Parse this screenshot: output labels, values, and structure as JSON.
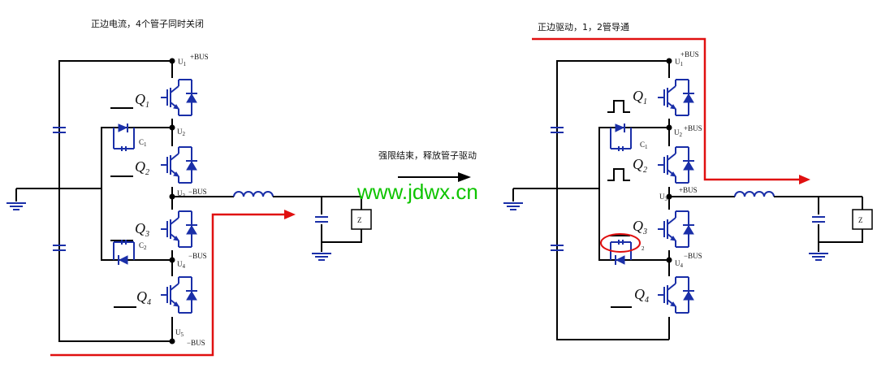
{
  "left_caption": "正边电流，4个管子同时关闭",
  "middle_caption": "强限结束，释放管子驱动",
  "right_caption": "正边驱动，1，2管导通",
  "watermark": "www.jdwx.cn",
  "left": {
    "u1": "U",
    "u1_sub": "1",
    "bus_plus": "+BUS",
    "u2": "U",
    "u2_sub": "2",
    "u3": "U",
    "u3_sub": "3",
    "u3_bus": "−BUS",
    "u4": "U",
    "u4_sub": "4",
    "u4_bus": "−BUS",
    "u5": "U",
    "u5_sub": "5",
    "u5_bus": "−BUS",
    "q1": "Q",
    "q1_sub": "1",
    "q2": "Q",
    "q2_sub": "2",
    "q3": "Q",
    "q3_sub": "3",
    "q4": "Q",
    "q4_sub": "4",
    "c1": "C",
    "c1_sub": "1",
    "c2": "C",
    "c2_sub": "2",
    "z": "Z"
  },
  "right": {
    "u1": "U",
    "u1_sub": "1",
    "bus_plus": "+BUS",
    "u2": "U",
    "u2_sub": "2",
    "u2_bus": "+BUS",
    "u3": "U",
    "u3_sub": "3",
    "u3_bus": "+BUS",
    "u4": "U",
    "u4_sub": "4",
    "u4_bus": "−BUS",
    "q1": "Q",
    "q1_sub": "1",
    "q2": "Q",
    "q2_sub": "2",
    "q3": "Q",
    "q3_sub": "3",
    "q4": "Q",
    "q4_sub": "4",
    "c1": "C",
    "c1_sub": "1",
    "c2_sub": "2",
    "z": "Z"
  },
  "colors": {
    "wire": "#000000",
    "component": "#1a2fa8",
    "current_path": "#e01010",
    "watermark": "#0ec400"
  }
}
